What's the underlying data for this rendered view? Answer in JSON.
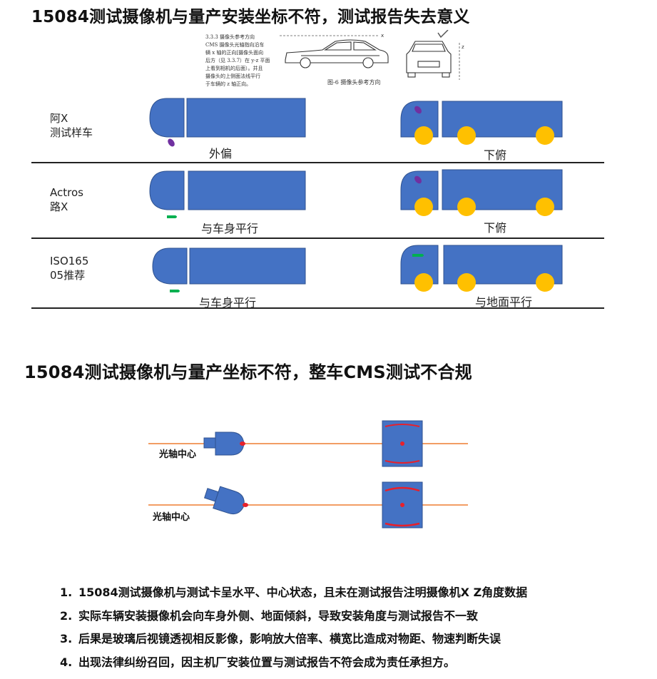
{
  "title1": "15084测试摄像机与量产安装坐标不符，测试报告失去意义",
  "title2": "15084测试摄像机与量产坐标不符，整车CMS测试不合规",
  "doc_excerpt": {
    "text": "3.3.3 摄像头参考方向\nCMS 摄像头光轴指向沿车\n辆 x 轴的正向[摄像头面向\n后方（见 3.3.7）在 y-z 平面\n上看到相机的后面）。并且\n摄像头的上侧面法线平行\n于车辆的 z 轴正向。",
    "figure_caption": "图-6  摄像头参考方向",
    "axis_x": "x",
    "axis_z": "z"
  },
  "rows": [
    {
      "label": "阿X\n测试样车",
      "side_caption": "外偏",
      "front_caption": "下俯"
    },
    {
      "label": "Actros\n路X",
      "side_caption": "与车身平行",
      "front_caption": "下俯"
    },
    {
      "label": "ISO165\n05推荐",
      "side_caption": "与车身平行",
      "front_caption": "与地面平行"
    }
  ],
  "optical": {
    "label_top": "光轴中心",
    "label_bottom": "光轴中心"
  },
  "list": [
    {
      "num": "1.",
      "text": "15084测试摄像机与测试卡呈水平、中心状态，且未在测试报告注明摄像机X Z角度数据"
    },
    {
      "num": "2.",
      "text": "实际车辆安装摄像机会向车身外侧、地面倾斜，导致安装角度与测试报告不一致"
    },
    {
      "num": "3.",
      "text": "后果是玻璃后视镜透视相反影像，影响放大倍率、横宽比造成对物距、物速判断失误"
    },
    {
      "num": "4.",
      "text": "出现法律纠纷召回，因主机厂安装位置与测试报告不符会成为责任承担方。"
    }
  ],
  "colors": {
    "truck_blue": "#4472c4",
    "truck_border": "#2f528f",
    "wheel_yellow": "#ffc000",
    "camera_purple": "#7030a0",
    "camera_green": "#00b050",
    "axis_orange": "#ed7d31",
    "center_red": "#e8202a"
  }
}
